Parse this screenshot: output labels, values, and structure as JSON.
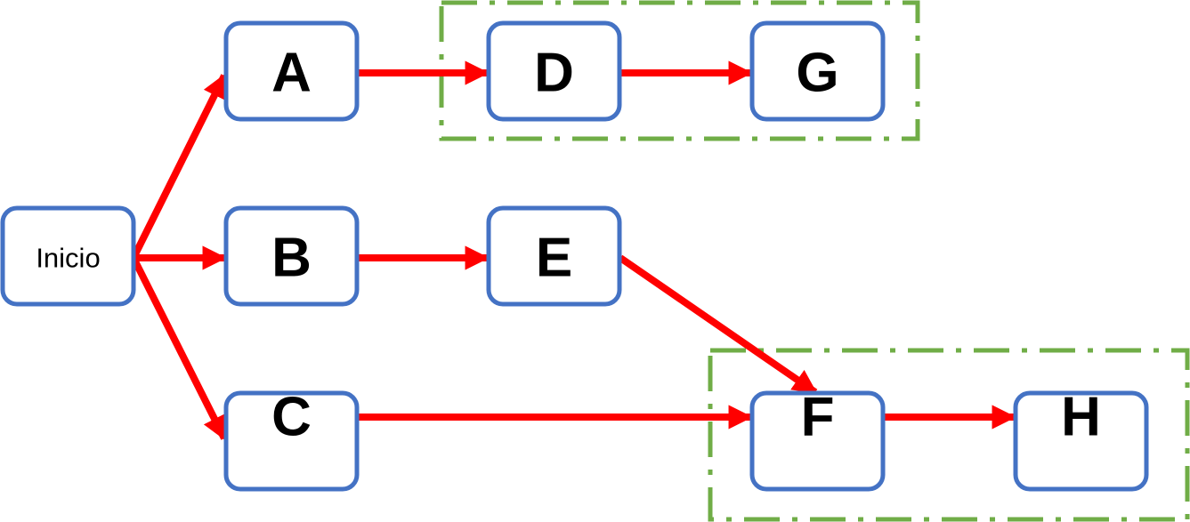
{
  "diagram": {
    "colors": {
      "node_border": "#4472C4",
      "edge": "#FF0000",
      "group_border": "#70AD47"
    },
    "nodes": [
      {
        "id": "inicio",
        "label": "Inicio"
      },
      {
        "id": "A",
        "label": "A"
      },
      {
        "id": "B",
        "label": "B"
      },
      {
        "id": "C",
        "label": "C"
      },
      {
        "id": "D",
        "label": "D"
      },
      {
        "id": "E",
        "label": "E"
      },
      {
        "id": "F",
        "label": "F"
      },
      {
        "id": "G",
        "label": "G"
      },
      {
        "id": "H",
        "label": "H"
      }
    ],
    "edges": [
      {
        "from": "inicio",
        "to": "A"
      },
      {
        "from": "inicio",
        "to": "B"
      },
      {
        "from": "inicio",
        "to": "C"
      },
      {
        "from": "A",
        "to": "D"
      },
      {
        "from": "D",
        "to": "G"
      },
      {
        "from": "B",
        "to": "E"
      },
      {
        "from": "E",
        "to": "F"
      },
      {
        "from": "C",
        "to": "F"
      },
      {
        "from": "F",
        "to": "H"
      }
    ],
    "groups": [
      {
        "id": "group-dg",
        "members": [
          "D",
          "G"
        ]
      },
      {
        "id": "group-fh",
        "members": [
          "F",
          "H"
        ]
      }
    ]
  }
}
